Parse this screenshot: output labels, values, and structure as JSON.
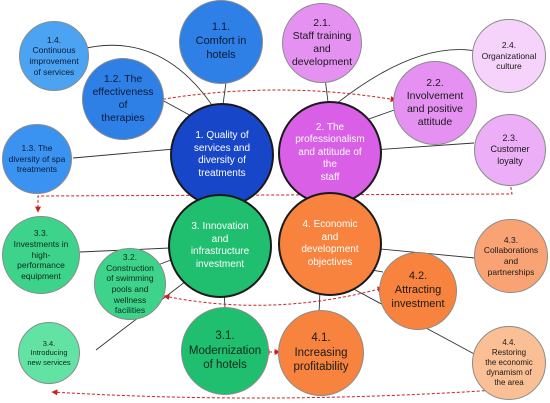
{
  "colors": {
    "blue_dark": "#1846c8",
    "blue_mid": "#2e7fe6",
    "blue_light": "#3a93f0",
    "blue_pale": "#4ca3f2",
    "magenta": "#d85fe6",
    "violet": "#e591f2",
    "violet_light": "#ecaef6",
    "lilac_pale": "#f5d3fa",
    "green": "#1fbf6f",
    "green_light": "#3ed38b",
    "green_pale": "#62e3a3",
    "orange": "#f7833f",
    "orange_light": "#f9a374",
    "peach": "#fbbf95",
    "connector": "#333333",
    "dashed_red": "#cc2020"
  },
  "nodes": {
    "n1": "1. Quality of\nservices and\ndiversity of\ntreatments",
    "n11": "1.1.\nComfort in\nhotels",
    "n12": "1.2. The\neffectiveness\nof\ntherapies",
    "n13": "1.3. The\ndiversity of spa\ntreatments",
    "n14": "1.4.\nContinuous\nimprovement\nof services",
    "n2": "2. The\nprofessionalism\nand attitude of\nthe\nstaff",
    "n21": "2.1.\nStaff training\nand\ndevelopment",
    "n22": "2.2.\nInvolvement\nand positive\nattitude",
    "n23": "2.3.\nCustomer\nloyalty",
    "n24": "2.4.\nOrganizational\nculture",
    "n3": "3. Innovation\nand\ninfrastructure\ninvestment",
    "n31": "3.1.\nModernization\nof hotels",
    "n32": "3.2.\nConstruction\nof swimming\npools and\nwellness\nfacilities",
    "n33": "3.3.\nInvestments in\nhigh-\nperformance\nequipment",
    "n34": "3.4.\nIntroducing\nnew services",
    "n4": "4. Economic\nand\ndevelopment\nobjectives",
    "n41": "4.1.\nIncreasing\nprofitability",
    "n42": "4.2.\nAttracting\ninvestment",
    "n43": "4.3.\nCollaborations\nand\npartnerships",
    "n44": "4.4.\nRestoring\nthe economic\ndynamism of\nthe area"
  }
}
